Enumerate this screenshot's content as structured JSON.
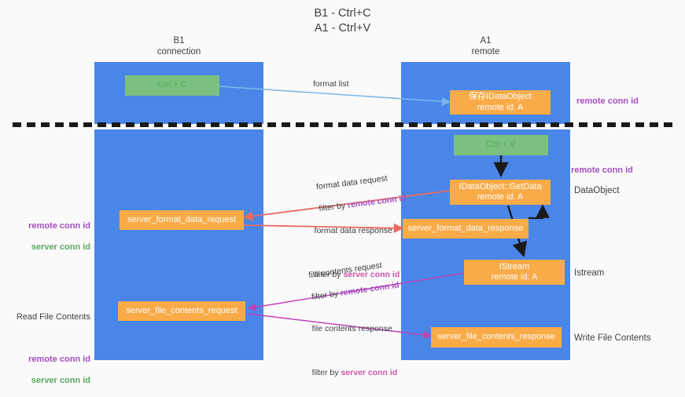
{
  "diagram": {
    "title": "B1 - Ctrl+C\nA1 - Ctrl+V",
    "title_line1": "B1 - Ctrl+C",
    "title_line2": "A1 - Ctrl+V",
    "colors": {
      "lane": "#4a86e8",
      "green_node": "#7ac17f",
      "orange_node": "#f9ab48",
      "purple_text": "#a64dbf",
      "green_text": "#5aab5f",
      "pink_text": "#c956a8",
      "red_arrow": "#ea6c5f",
      "blue_arrow": "#7cb7e8",
      "magenta_arrow": "#c042b8",
      "black_arrow": "#1a1a1a",
      "background": "#fafafa"
    },
    "columns": [
      {
        "id": "b1",
        "line1": "B1",
        "line2": "connection"
      },
      {
        "id": "a1",
        "line1": "A1",
        "line2": "remote"
      }
    ],
    "nodes": [
      {
        "id": "ctrl-c",
        "line1": "Ctrl + C",
        "line2": "",
        "color": "green"
      },
      {
        "id": "idataobject-store",
        "line1": "保存IDataObject",
        "line2": "remote id: A",
        "color": "orange"
      },
      {
        "id": "ctrl-v",
        "line1": "Ctrl + V",
        "line2": "",
        "color": "green"
      },
      {
        "id": "idataobject-getdata",
        "line1": "IDataObject::GetData",
        "line2": "remote id: A",
        "color": "orange"
      },
      {
        "id": "server-format-data-request",
        "line1": "server_format_data_request",
        "line2": "",
        "color": "orange"
      },
      {
        "id": "server-format-data-response",
        "line1": "server_format_data_response",
        "line2": "",
        "color": "orange"
      },
      {
        "id": "istream",
        "line1": "IStream",
        "line2": "remote id: A",
        "color": "orange"
      },
      {
        "id": "server-file-contents-request",
        "line1": "server_file_contents_request",
        "line2": "",
        "color": "orange"
      },
      {
        "id": "server-file-contents-response",
        "line1": "server_file_contents_response",
        "line2": "",
        "color": "orange"
      }
    ],
    "side_labels": [
      {
        "id": "dataobject",
        "text": "DataObject"
      },
      {
        "id": "istream",
        "text": "Istream"
      },
      {
        "id": "write-file-contents",
        "text": "Write File Contents"
      }
    ],
    "right_notes": [
      {
        "id": "remote-conn-id-top",
        "text": "remote conn id"
      },
      {
        "id": "remote-conn-id-mid",
        "text": "remote conn id"
      }
    ],
    "left_notes": {
      "middle": {
        "remote": "remote conn id",
        "server": "server conn id"
      },
      "bottom": {
        "heading": "Read File Contents",
        "remote": "remote conn id",
        "server": "server conn id"
      }
    },
    "edges": [
      {
        "id": "format-list",
        "label": "format list",
        "filter": "",
        "filter_prefix": ""
      },
      {
        "id": "format-data-request",
        "label": "format data request",
        "filter": "remote conn id",
        "filter_prefix": "filter by "
      },
      {
        "id": "format-data-response",
        "label": "format data response",
        "filter": "server conn id",
        "filter_prefix": "filter by "
      },
      {
        "id": "file-contents-request",
        "label": "file contents request",
        "filter": "remote conn id",
        "filter_prefix": "filter by "
      },
      {
        "id": "file-contents-response",
        "label": "file contents response",
        "filter": "server conn id",
        "filter_prefix": "filter by "
      }
    ]
  }
}
